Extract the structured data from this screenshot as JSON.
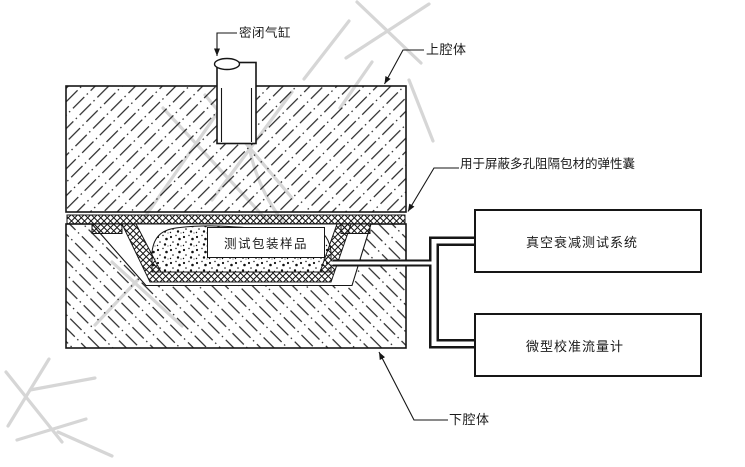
{
  "figure": {
    "callouts": {
      "sealed_cylinder": "密闭气缸",
      "upper_cavity": "上腔体",
      "elastic_bladder": "用于屏蔽多孔阻隔包材的弹性囊",
      "lower_cavity": "下腔体",
      "test_sample": "测试包装样品"
    },
    "system_boxes": {
      "vacuum_decay": "真空衰减测试系统",
      "flow_meter": "微型校准流量计"
    },
    "colors": {
      "line": "#161616",
      "background": "#ffffff",
      "watermark": "#d6d6d6"
    }
  }
}
